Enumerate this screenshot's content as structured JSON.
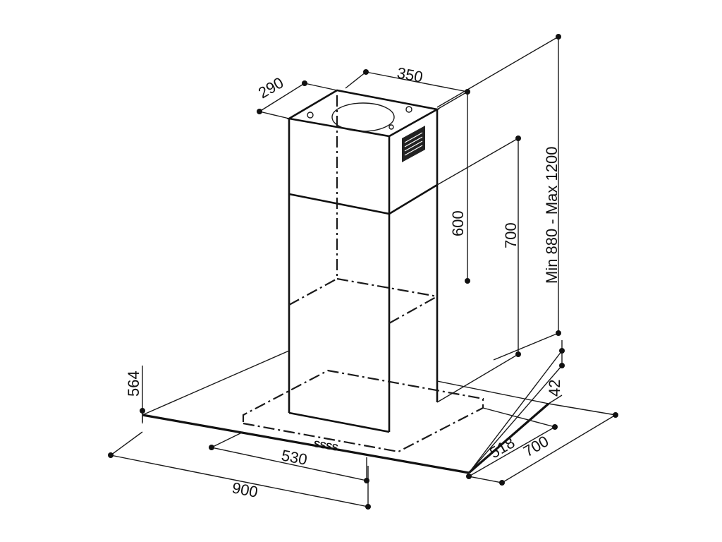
{
  "dimensions": {
    "chimney_width": "350",
    "chimney_depth": "290",
    "chimney_upper_height": "600",
    "chimney_lower_height": "700",
    "total_height": "Min 880 - Max 1200",
    "glass_height": "564",
    "canopy_height": "42",
    "base_width": "530",
    "base_depth": "518",
    "canopy_depth": "700",
    "canopy_width": "900"
  },
  "brand_mark": "SSSS"
}
